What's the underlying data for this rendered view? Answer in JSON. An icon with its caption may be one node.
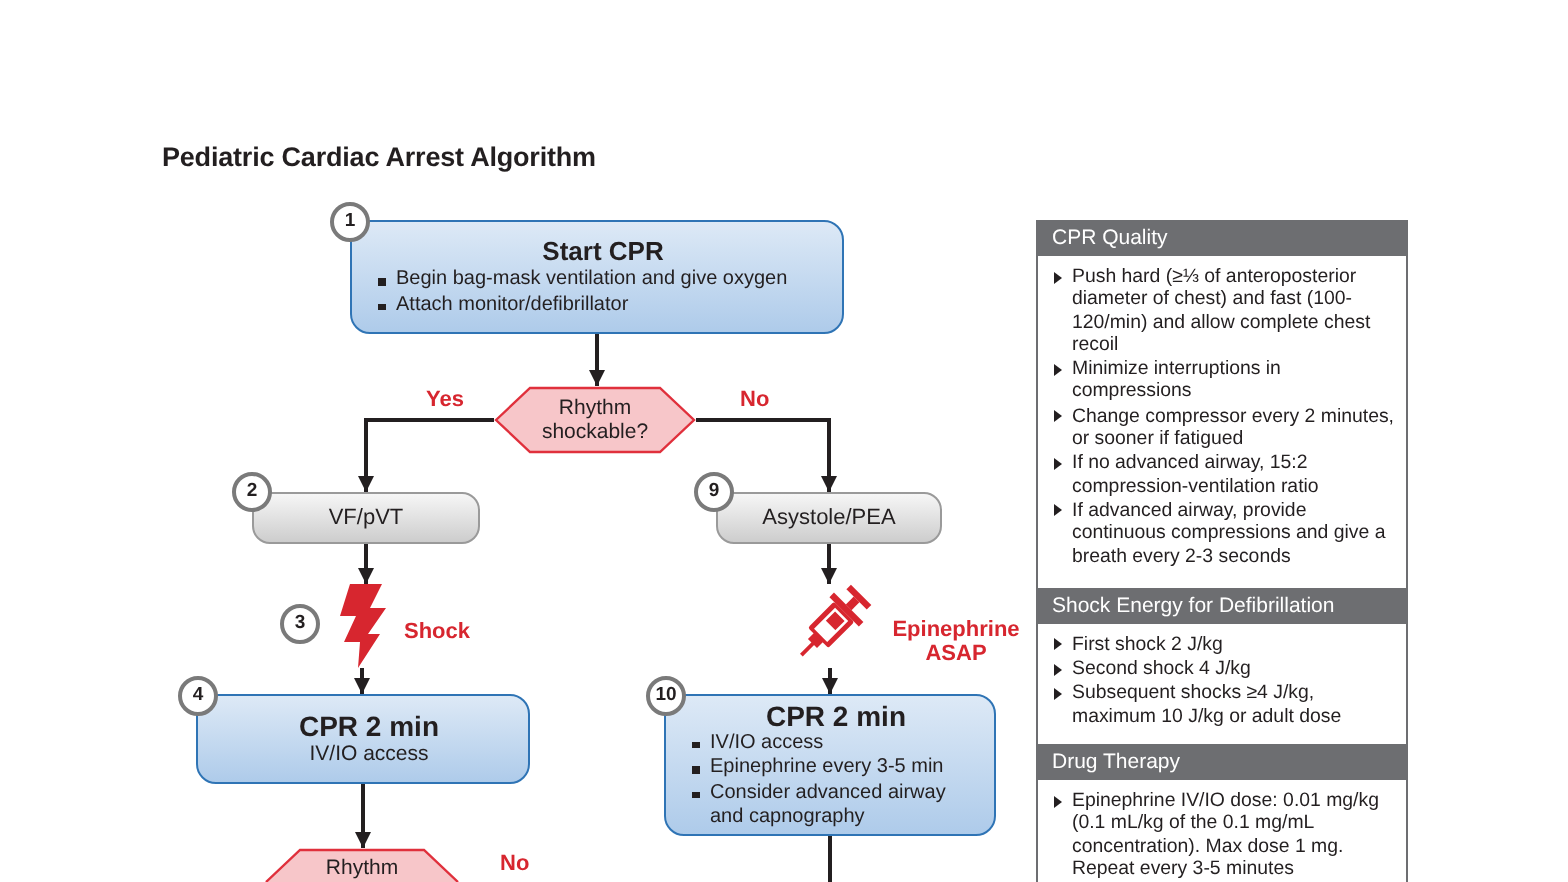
{
  "diagram": {
    "title": "Pediatric Cardiac Arrest Algorithm",
    "nodes": [
      {
        "text": [
          "1",
          "Start CPR",
          "Begin bag-mask ventilation and give oxygen",
          "Attach monitor/defibrillator"
        ]
      },
      {
        "text": [
          "Rhythm shockable?"
        ]
      },
      {
        "text": [
          "2",
          "VF/pVT"
        ]
      },
      {
        "text": [
          "9",
          "Asystole/PEA"
        ]
      },
      {
        "text": [],
        "shape": "picture",
        "beside": [
          "3",
          "Shock"
        ]
      },
      {
        "text": [],
        "shape": "picture",
        "beside": [
          "Epinephrine ASAP"
        ]
      },
      {
        "text": [
          "4",
          "CPR 2 min",
          "IV/IO access"
        ]
      },
      {
        "text": [
          "10",
          "CPR 2 min",
          "IV/IO access",
          "Epinephrine every 3-5 min",
          "Consider advanced airway and capnography"
        ]
      },
      {
        "text": [
          "Rhythm"
        ]
      },
      {
        "text": [
          "CPR Quality",
          "Push hard (≥⅓ of anteroposterior diameter of chest) and fast (100-120/min) and allow complete chest recoil",
          "Minimize interruptions in compressions",
          "Change compressor every 2 minutes, or sooner if fatigued",
          "If no advanced airway, 15:2 compression-ventilation ratio",
          "If advanced airway, provide continuous compressions and give a breath every 2-3 seconds"
        ]
      },
      {
        "text": [
          "Shock Energy for Defibrillation",
          "First shock 2 J/kg",
          "Second shock 4 J/kg",
          "Subsequent shocks ≥4 J/kg, maximum 10 J/kg or adult dose"
        ]
      },
      {
        "text": [
          "Drug Therapy",
          "Epinephrine IV/IO dose: 0.01 mg/kg (0.1 mL/kg of the 0.1 mg/mL concentration). Max dose 1 mg. Repeat every 3-5 minutes"
        ]
      }
    ],
    "edges": [
      {
        "from": 0,
        "to": 1,
        "arrow": "to"
      },
      {
        "from": 1,
        "to": 2,
        "arrow": "to",
        "label": "Yes"
      },
      {
        "from": 1,
        "to": 3,
        "arrow": "to",
        "label": "No"
      },
      {
        "from": 2,
        "to": 4,
        "arrow": "to"
      },
      {
        "from": 3,
        "to": 5,
        "arrow": "to"
      },
      {
        "from": 4,
        "to": 6,
        "arrow": "to"
      },
      {
        "from": 5,
        "to": 7,
        "arrow": "to"
      },
      {
        "from": 6,
        "to": 8,
        "arrow": "to"
      },
      {
        "from": 7,
        "to": null,
        "arrow": "none"
      }
    ],
    "labels": [
      "No"
    ]
  }
}
